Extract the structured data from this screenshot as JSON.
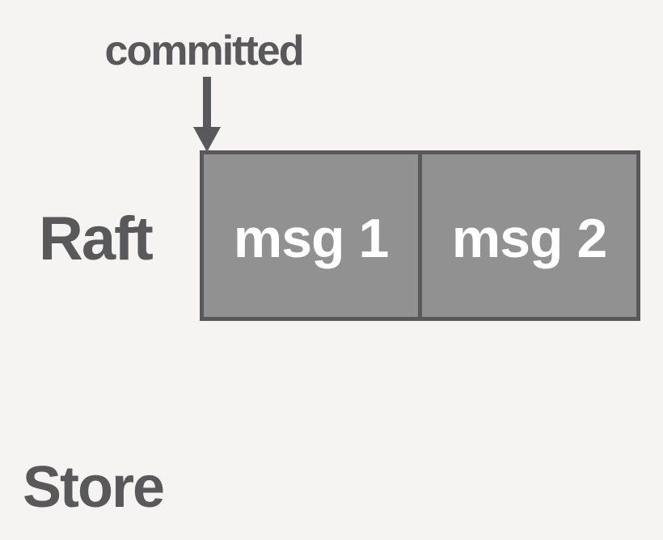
{
  "diagram": {
    "title": "raft-commit-log",
    "colors": {
      "background": "#f5f4f3",
      "ink": "#59595b",
      "box_fill": "#919191",
      "box_border": "#59595b",
      "entry_text": "#ffffff"
    },
    "annotation": {
      "label": "committed",
      "pointer": "down-arrow"
    },
    "rows": [
      {
        "label": "Raft",
        "entries": [
          "msg 1",
          "msg 2"
        ]
      },
      {
        "label": "Store",
        "entries": []
      }
    ]
  }
}
